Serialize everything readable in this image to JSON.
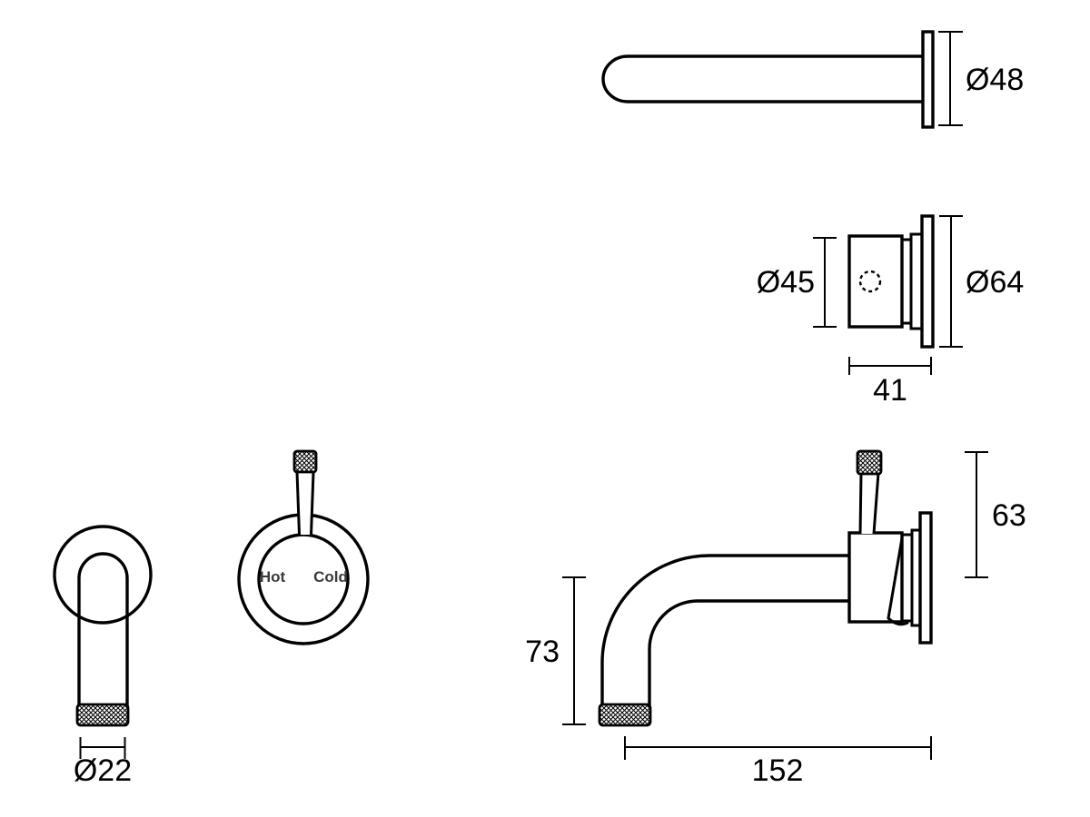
{
  "drawing": {
    "kind": "technical-dimension-drawing",
    "subject": "wall-mounted mixer tap spout and handle",
    "background_color": "#ffffff",
    "line_color": "#000000",
    "dimension_text_color": "#000000",
    "handle_label_color": "#3a3a3a",
    "views": {
      "spout_side": {
        "label_diameter_flange": "Ø48"
      },
      "valve_side": {
        "label_diameter_body": "Ø45",
        "label_diameter_flange": "Ø64",
        "label_depth": "41"
      },
      "spout_front": {
        "label_diameter_outlet": "Ø22"
      },
      "handle_front": {
        "label_hot": "Hot",
        "label_cold": "Cold"
      },
      "assembly_side": {
        "label_handle_height": "63",
        "label_spout_drop": "73",
        "label_projection": "152"
      }
    }
  }
}
